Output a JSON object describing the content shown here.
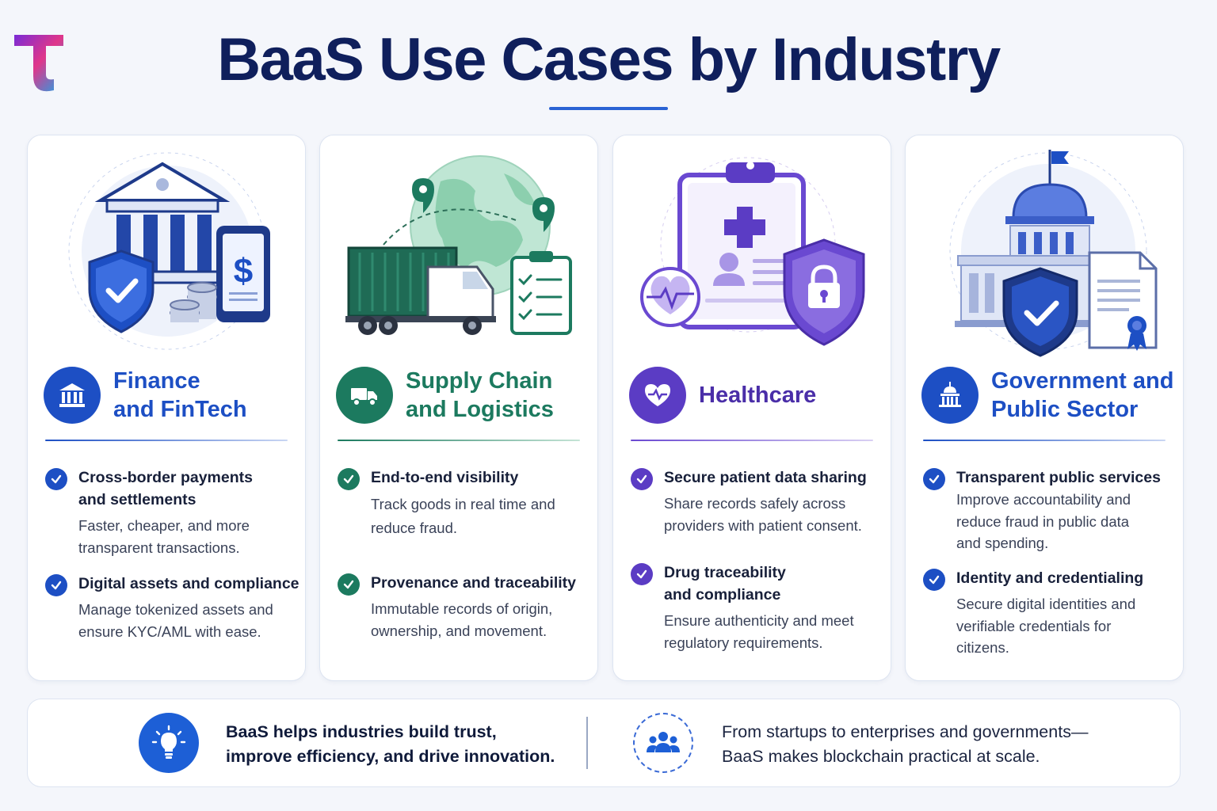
{
  "title": "BaaS Use Cases by Industry",
  "colors": {
    "navy": "#0f1f5c",
    "finance": "#1d4fc4",
    "supply": "#1c7a5f",
    "health": "#5b3cc4",
    "gov": "#1d4fc4"
  },
  "cards": [
    {
      "heading_line1": "Finance",
      "heading_line2": "and FinTech",
      "icon": "bank-icon",
      "items": [
        {
          "title_line1": "Cross-border payments",
          "title_line2": "and settlements",
          "desc_line1": "Faster, cheaper, and more",
          "desc_line2": "transparent transactions."
        },
        {
          "title_line1": "Digital assets and compliance",
          "desc_line1": "Manage tokenized assets and",
          "desc_line2": "ensure KYC/AML with ease."
        }
      ]
    },
    {
      "heading_line1": "Supply Chain",
      "heading_line2": "and Logistics",
      "icon": "truck-icon",
      "items": [
        {
          "title_line1": "End-to-end visibility",
          "desc_line1": "Track goods in real time and",
          "desc_line2": "reduce fraud."
        },
        {
          "title_line1": "Provenance and traceability",
          "desc_line1": "Immutable records of origin,",
          "desc_line2": "ownership, and movement."
        }
      ]
    },
    {
      "heading_line1": "Healthcare",
      "icon": "heart-pulse-icon",
      "items": [
        {
          "title_line1": "Secure patient data sharing",
          "desc_line1": "Share records safely across",
          "desc_line2": "providers with patient consent."
        },
        {
          "title_line1": "Drug traceability",
          "title_line2": "and compliance",
          "desc_line1": "Ensure authenticity and meet",
          "desc_line2": "regulatory requirements."
        }
      ]
    },
    {
      "heading_line1": "Government and",
      "heading_line2": "Public Sector",
      "icon": "capitol-icon",
      "items": [
        {
          "title_line1": "Transparent public services",
          "desc_line1": "Improve accountability and",
          "desc_line2": "reduce fraud in public data",
          "desc_line3": "and spending."
        },
        {
          "title_line1": "Identity and credentialing",
          "desc_line1": "Secure digital identities and",
          "desc_line2": "verifiable credentials for",
          "desc_line3": "citizens."
        }
      ]
    }
  ],
  "bottom": {
    "left_line1": "BaaS helps industries build trust,",
    "left_line2": "improve efficiency, and drive innovation.",
    "right_line1": "From startups to enterprises and governments—",
    "right_line2": "BaaS makes blockchain practical at scale."
  }
}
